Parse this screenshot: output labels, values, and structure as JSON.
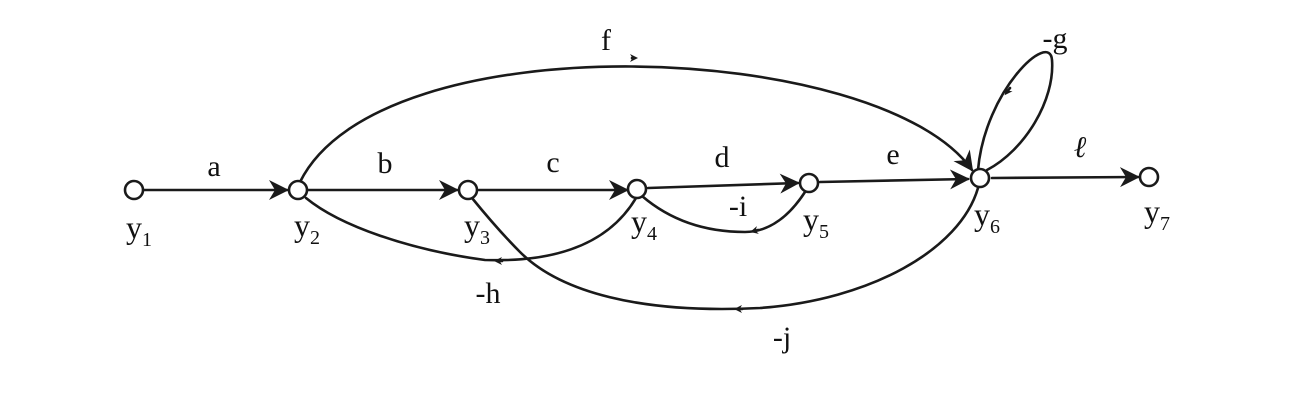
{
  "diagram": {
    "nodes": [
      {
        "id": "y1",
        "base": "y",
        "sub": "1"
      },
      {
        "id": "y2",
        "base": "y",
        "sub": "2"
      },
      {
        "id": "y3",
        "base": "y",
        "sub": "3"
      },
      {
        "id": "y4",
        "base": "y",
        "sub": "4"
      },
      {
        "id": "y5",
        "base": "y",
        "sub": "5"
      },
      {
        "id": "y6",
        "base": "y",
        "sub": "6"
      },
      {
        "id": "y7",
        "base": "y",
        "sub": "7"
      }
    ],
    "branches": [
      {
        "from": "y1",
        "to": "y2",
        "gain": "a"
      },
      {
        "from": "y2",
        "to": "y3",
        "gain": "b"
      },
      {
        "from": "y3",
        "to": "y4",
        "gain": "c"
      },
      {
        "from": "y4",
        "to": "y5",
        "gain": "d"
      },
      {
        "from": "y5",
        "to": "y6",
        "gain": "e"
      },
      {
        "from": "y6",
        "to": "y7",
        "gain": "ℓ"
      },
      {
        "from": "y2",
        "to": "y6",
        "gain": "f"
      },
      {
        "from": "y6",
        "to": "y6",
        "gain": "-g"
      },
      {
        "from": "y4",
        "to": "y2",
        "gain": "-h"
      },
      {
        "from": "y5",
        "to": "y4",
        "gain": "-i"
      },
      {
        "from": "y6",
        "to": "y3",
        "gain": "-j"
      }
    ]
  },
  "colors": {
    "ink": "#1a1a1a",
    "background": "#ffffff"
  }
}
